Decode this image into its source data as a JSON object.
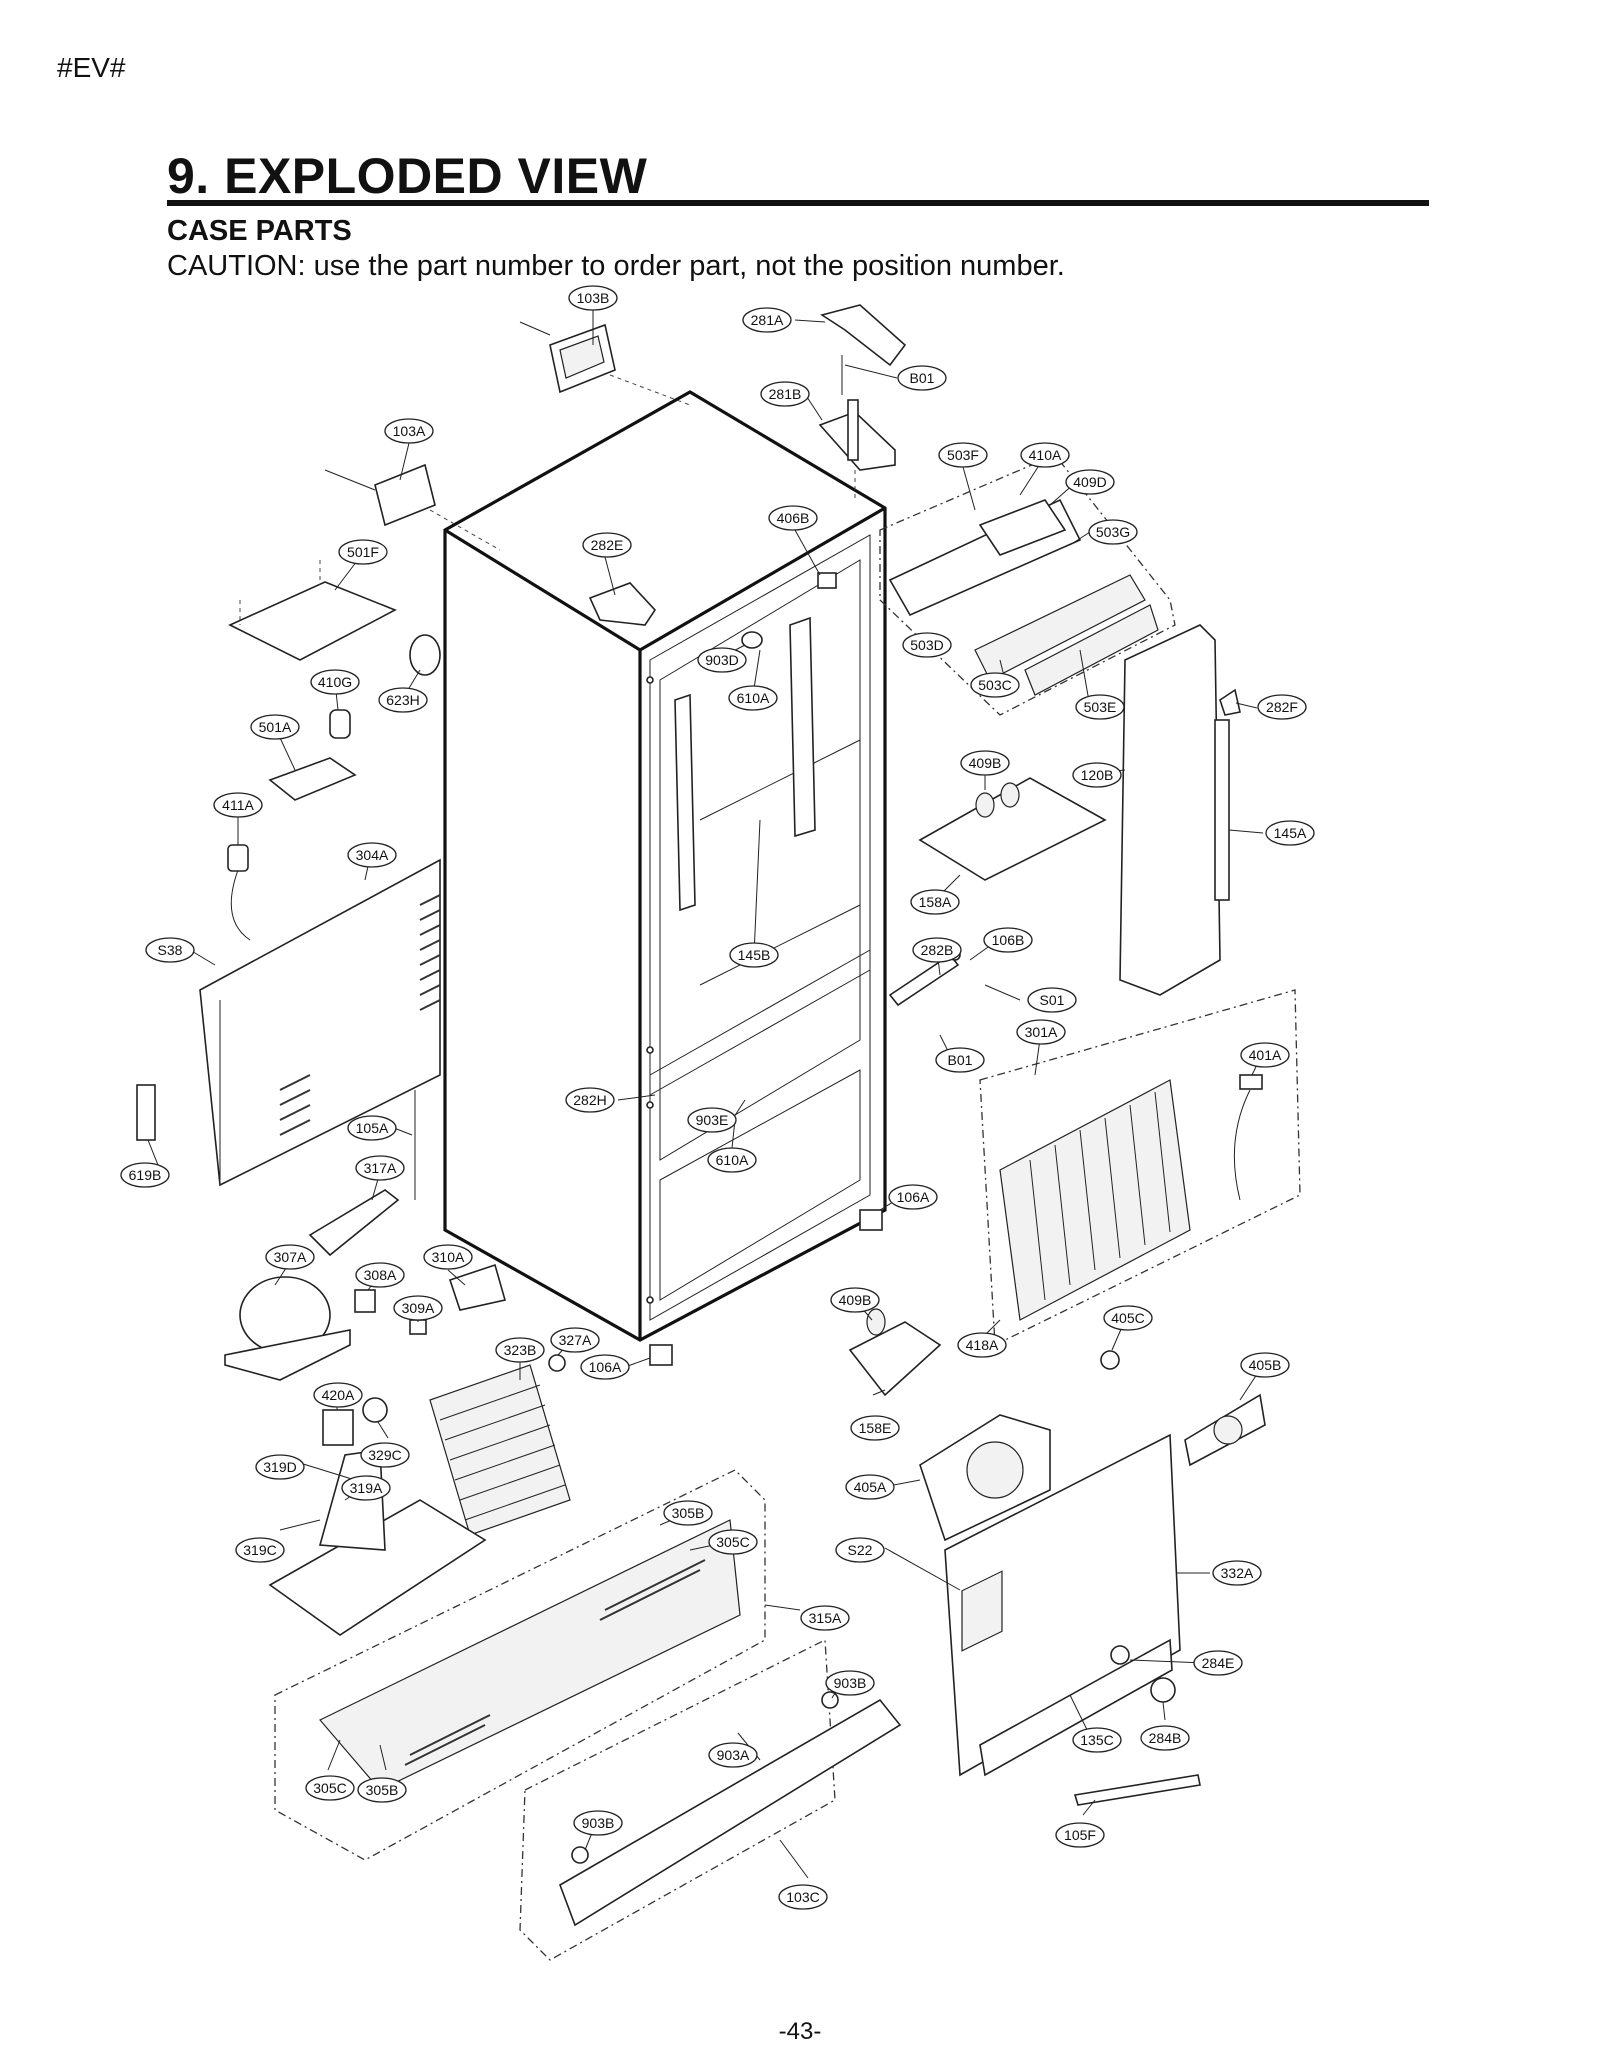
{
  "header_tag": "#EV#",
  "title": "9. EXPLODED VIEW",
  "subtitle": "CASE PARTS",
  "caution": "CAUTION: use the part number to order part, not the position number.",
  "page_number": "-43-",
  "labels": {
    "p103B_top": "103B",
    "p281A": "281A",
    "pB01_top": "B01",
    "p281B": "281B",
    "p103A": "103A",
    "p503F": "503F",
    "p410A": "410A",
    "p409D": "409D",
    "p406B": "406B",
    "p503G": "503G",
    "p282E": "282E",
    "p501F": "501F",
    "p503D": "503D",
    "p903D": "903D",
    "p610A_top": "610A",
    "p410G": "410G",
    "p623H": "623H",
    "p503C": "503C",
    "p503E": "503E",
    "p282F": "282F",
    "p501A": "501A",
    "p409B_top": "409B",
    "p120B": "120B",
    "p411A": "411A",
    "p145A": "145A",
    "p304A": "304A",
    "p158A": "158A",
    "p282B": "282B",
    "p106B": "106B",
    "pS38": "S38",
    "p145B": "145B",
    "pS01": "S01",
    "p301A": "301A",
    "pB01_mid": "B01",
    "p401A": "401A",
    "p282H": "282H",
    "p903E": "903E",
    "p105A": "105A",
    "p610A_bot": "610A",
    "p317A": "317A",
    "p619B": "619B",
    "p106A_right": "106A",
    "p307A": "307A",
    "p310A": "310A",
    "p308A": "308A",
    "p309A": "309A",
    "p409B_bot": "409B",
    "p405C": "405C",
    "p327A": "327A",
    "p323B": "323B",
    "p106A_bot": "106A",
    "p418A": "418A",
    "p405B": "405B",
    "p420A": "420A",
    "p158E": "158E",
    "p329C": "329C",
    "p319D": "319D",
    "p319A": "319A",
    "p405A": "405A",
    "p305B_top": "305B",
    "p319C": "319C",
    "p305C_top": "305C",
    "pS22": "S22",
    "p332A": "332A",
    "p315A": "315A",
    "p903B_top": "903B",
    "p284E": "284E",
    "p903A": "903A",
    "p135C": "135C",
    "p284B": "284B",
    "p305C_bot": "305C",
    "p305B_bot": "305B",
    "p105F": "105F",
    "p903B_bot": "903B",
    "p103C": "103C"
  }
}
